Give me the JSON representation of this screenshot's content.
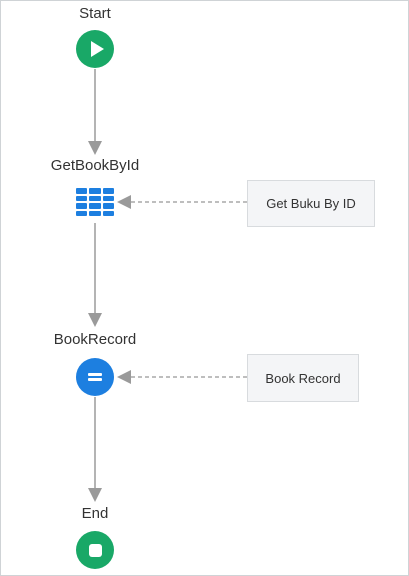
{
  "flow": {
    "nodes": {
      "start": {
        "label": "Start"
      },
      "get_book_by_id": {
        "label": "GetBookById"
      },
      "book_record": {
        "label": "BookRecord"
      },
      "end": {
        "label": "End"
      }
    },
    "comments": {
      "get_buku_by_id": "Get Buku By ID",
      "book_record": "Book Record"
    }
  },
  "colors": {
    "start_end_green": "#19a867",
    "action_blue": "#1d7fe0",
    "connector_gray": "#9a9a9a",
    "comment_bg": "#f4f5f7"
  },
  "icons": {
    "start": "play-icon",
    "aggregate": "table-grid-icon",
    "assign": "equals-icon",
    "end": "stop-icon"
  }
}
